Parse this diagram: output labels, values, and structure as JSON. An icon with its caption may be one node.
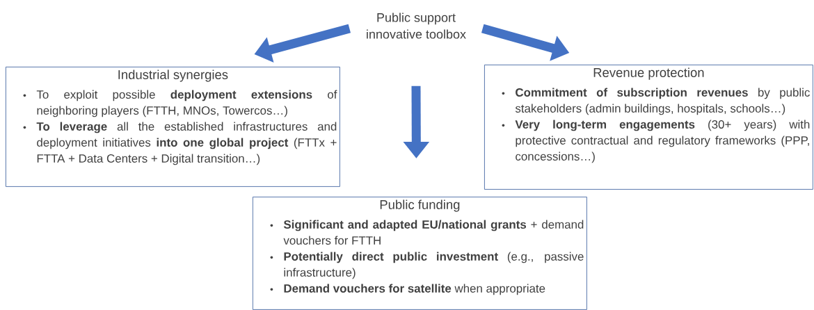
{
  "diagram": {
    "nodes": [
      {
        "text": [
          "Public support innovative toolbox"
        ]
      },
      {
        "text": [
          "Industrial synergies",
          "To exploit possible **deployment extensions** of neighboring players (FTTH, MNOs, Towercos…)",
          "**To leverage** all the established infrastructures and deployment initiatives **into one global project** (FTTx + FTTA + Data Centers + Digital transition…)"
        ]
      },
      {
        "text": [
          "Revenue protection",
          "**Commitment of subscription revenues** by public stakeholders (admin buildings, hospitals, schools…)",
          "**Very long-term engagements** (30+ years) with protective contractual and regulatory frameworks (PPP, concessions…)"
        ]
      },
      {
        "text": [
          "Public funding",
          "**Significant and adapted EU/national grants** + demand vouchers for FTTH",
          "**Potentially direct public investment** (e.g., passive infrastructure)",
          "**Demand vouchers for satellite** when appropriate"
        ]
      }
    ],
    "edges": [
      {
        "from": 0,
        "to": 1,
        "arrow": "to"
      },
      {
        "from": 0,
        "to": 2,
        "arrow": "to"
      },
      {
        "from": 0,
        "to": 3,
        "arrow": "to"
      }
    ]
  }
}
